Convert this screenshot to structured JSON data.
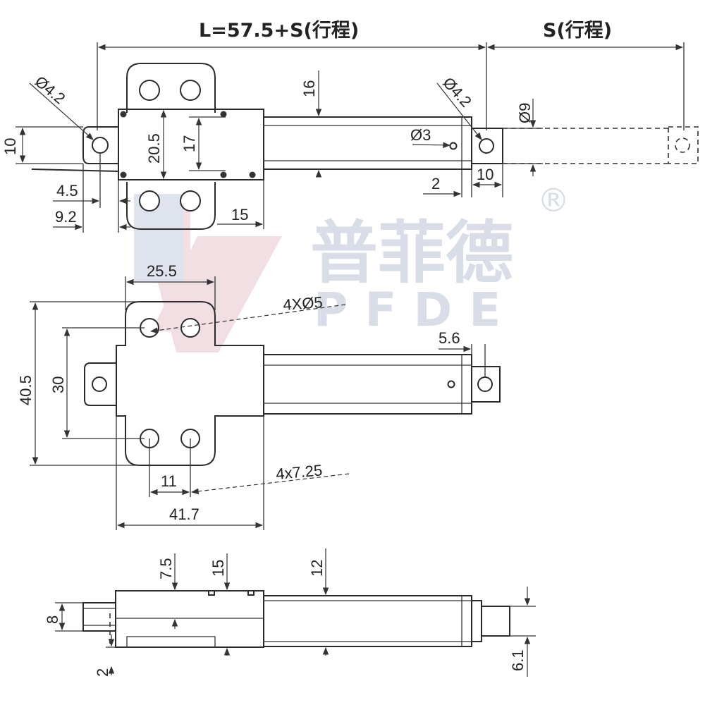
{
  "watermark": {
    "brand_cn": "普菲德",
    "brand_en": "PFDE",
    "registered": "®"
  },
  "top_view": {
    "overall_length": "L=57.5+S(行程)",
    "stroke": "S(行程)",
    "hole_left": "Ø4.2",
    "hole_right": "Ø4.2",
    "rod_dia": "Ø9",
    "pin_dia": "Ø3",
    "body_height": "16",
    "height_20_5": "20.5",
    "height_17": "17",
    "tab_height": "10",
    "dim_4_5": "4.5",
    "dim_9_2": "9.2",
    "dim_15": "15",
    "dim_2": "2",
    "dim_10": "10"
  },
  "front_view": {
    "width_25_5": "25.5",
    "holes": "4XØ5",
    "offset_5_6": "5.6",
    "height_40_5": "40.5",
    "spacing_30": "30",
    "dim_11": "11",
    "dim_4x7_25": "4x7.25",
    "width_41_7": "41.7"
  },
  "side_view": {
    "dim_7_5": "7.5",
    "dim_15": "15",
    "dim_12": "12",
    "dim_8": "8",
    "dim_2": "2",
    "dim_6_1": "6.1"
  }
}
